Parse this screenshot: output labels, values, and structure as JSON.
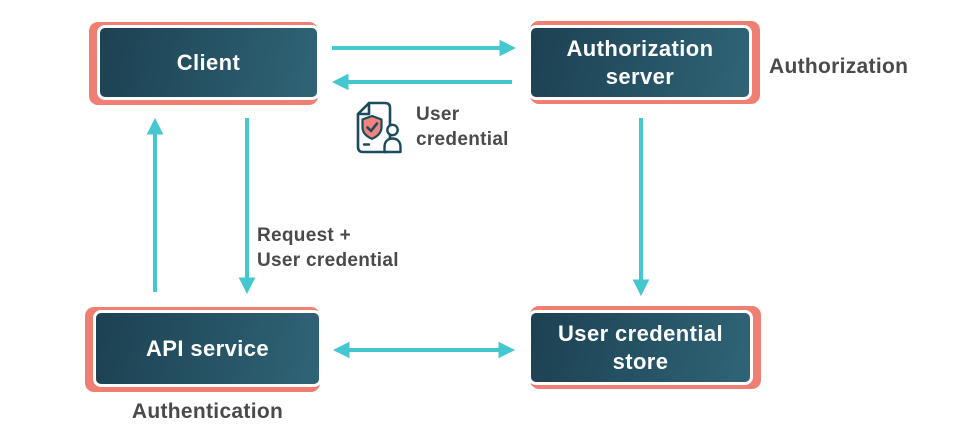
{
  "diagram": {
    "nodes": {
      "client": {
        "label": "Client"
      },
      "auth_server": {
        "label": "Authorization\nserver"
      },
      "api_service": {
        "label": "API service"
      },
      "credential_store": {
        "label": "User credential\nstore"
      }
    },
    "annotations": {
      "authorization": "Authorization",
      "authentication": "Authentication",
      "user_credential": "User\ncredential",
      "request_user_credential": "Request +\nUser credential"
    },
    "edges": [
      {
        "from": "client",
        "to": "auth_server",
        "style": "arrow"
      },
      {
        "from": "auth_server",
        "to": "client",
        "style": "arrow",
        "label": "User credential"
      },
      {
        "from": "api_service",
        "to": "client",
        "style": "arrow"
      },
      {
        "from": "client",
        "to": "api_service",
        "style": "arrow",
        "label": "Request + User credential"
      },
      {
        "from": "auth_server",
        "to": "credential_store",
        "style": "arrow"
      },
      {
        "from": "api_service",
        "to": "credential_store",
        "style": "double-arrow"
      }
    ],
    "icons": [
      {
        "name": "user-credential-icon",
        "meaning": "document with shield check and person"
      }
    ],
    "colors": {
      "arrow": "#45c7d0",
      "accent": "#ef7f73",
      "node_grad_1": "#1c4152",
      "node_grad_2": "#2f6476",
      "node_text": "#ffffff",
      "label_text": "#4a4a4a",
      "icon_stroke": "#1b4b5e",
      "icon_shield": "#f2837a"
    }
  }
}
